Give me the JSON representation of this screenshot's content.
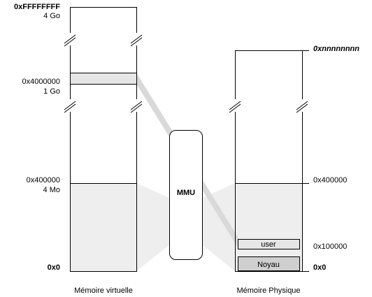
{
  "virtual": {
    "caption": "Mémoire virtuelle",
    "top_addr": "0xFFFFFFFF",
    "top_size": "4 Go",
    "mid_addr": "0x4000000",
    "mid_size": "1 Go",
    "low_addr": "0x400000",
    "low_size": "4 Mo",
    "zero_addr": "0x0"
  },
  "physical": {
    "caption": "Mémoire Physique",
    "top_addr": "0xnnnnnnnn",
    "low_addr": "0x400000",
    "mid_addr": "0x100000",
    "zero_addr": "0x0",
    "user_label": "user",
    "kernel_label": "Noyau"
  },
  "mmu_label": "MMU",
  "colors": {
    "line": "#000000",
    "shade": "#eeeeee",
    "band": "#d9d9d9",
    "block": "#e6e6e6",
    "kernel": "#cfcfcf"
  }
}
